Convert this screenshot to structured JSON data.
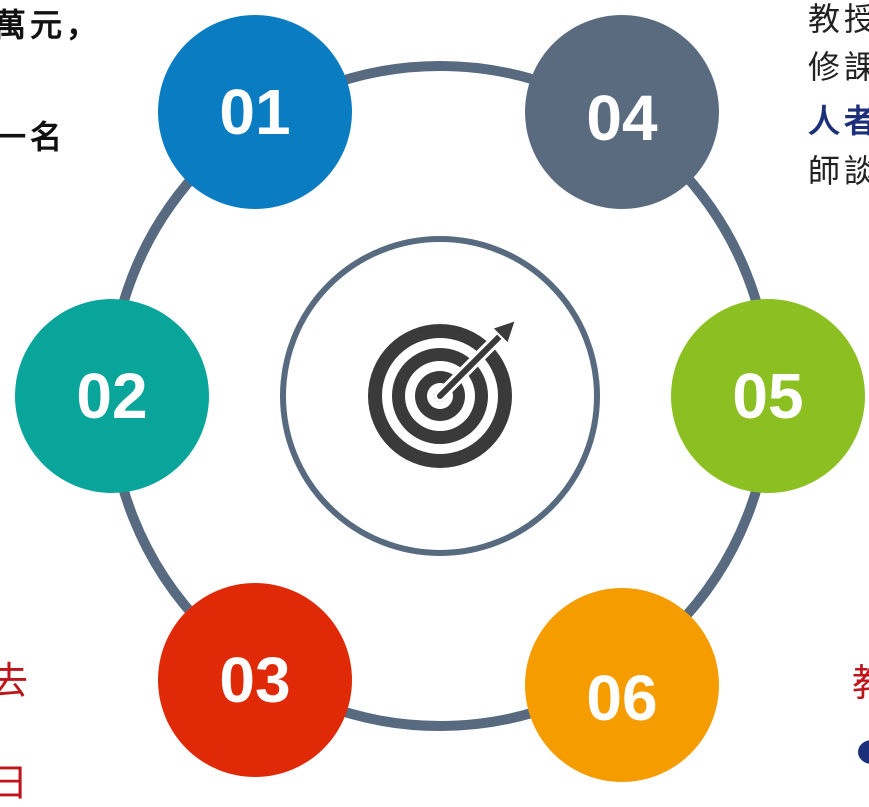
{
  "text_fragments": {
    "top_left_1": "萬元，",
    "top_left_2": "一名",
    "top_right_1": "教授",
    "top_right_2": "修課",
    "top_right_3": "人者",
    "top_right_4": "師談",
    "bottom_left_1": "去",
    "bottom_left_2": "日",
    "bottom_right_1": "教"
  },
  "diagram": {
    "center_icon": "target-with-arrow-icon",
    "nodes": [
      {
        "label": "01",
        "color": "#0a7cc2"
      },
      {
        "label": "02",
        "color": "#0aa59a"
      },
      {
        "label": "03",
        "color": "#e02a07"
      },
      {
        "label": "04",
        "color": "#5a6b80"
      },
      {
        "label": "05",
        "color": "#8cc022"
      },
      {
        "label": "06",
        "color": "#f59d00"
      }
    ],
    "ring_color": "#576a80"
  }
}
